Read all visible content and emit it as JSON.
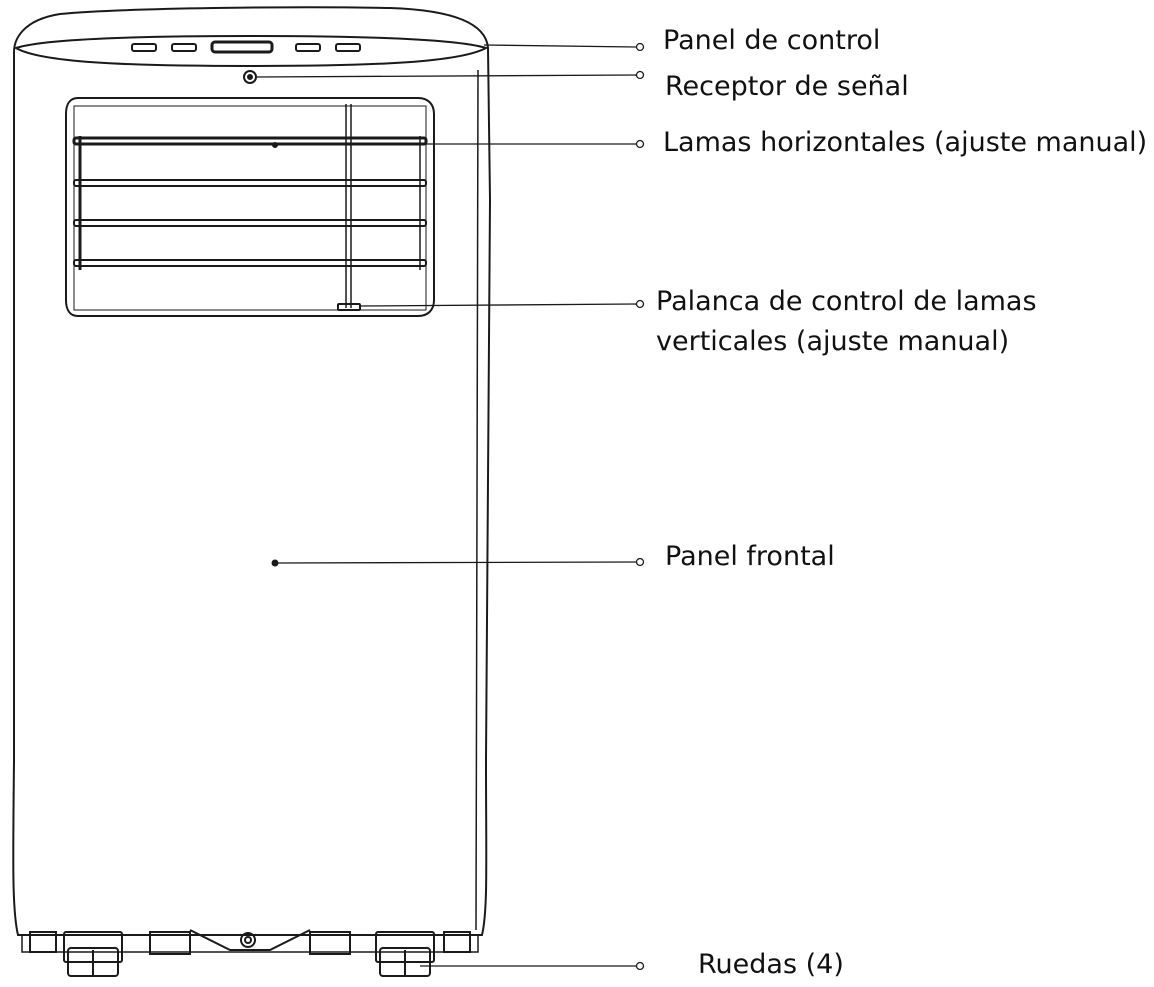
{
  "callouts": {
    "control_panel": "Panel de control",
    "signal_receiver": "Receptor de señal",
    "horizontal_louvers": "Lamas horizontales (ajuste manual)",
    "vertical_louver_lever_line1": "Palanca de control de lamas",
    "vertical_louver_lever_line2": "verticales (ajuste manual)",
    "front_panel": "Panel frontal",
    "wheels": "Ruedas (4)"
  },
  "colors": {
    "line": "#1a1a1a",
    "background": "#ffffff"
  }
}
